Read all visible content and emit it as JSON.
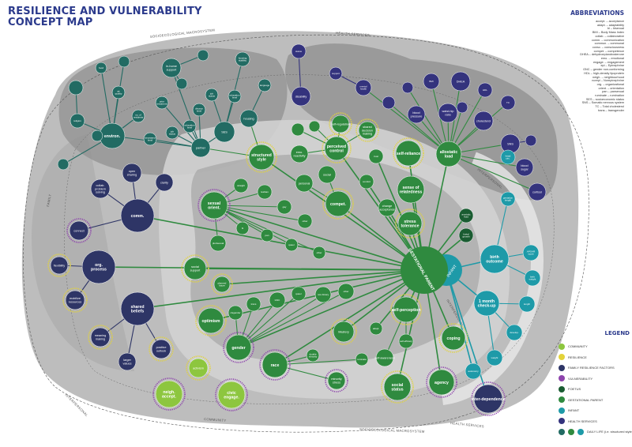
{
  "title_line1": "RESILIENCE AND VULNERABILITY",
  "title_line2": "CONCEPT MAP",
  "abbreviations_title": "ABBREVIATIONS",
  "abbreviations": [
    "accept. – acceptance",
    "adapt. – adaptability",
    "bi – bisexual",
    "BMI – Body Mass Index",
    "collab. – collaborative",
    "comm. – communication",
    "commun. – communal",
    "consc. – consciousness",
    "compet. – competence",
    "DHEA – dehydroepiandrosterone",
    "emo. – emotional",
    "engage. – engagement",
    "epi – Epinephrine",
    "GNC – gender non-conforming",
    "HDL – high-density lipoprotein",
    "neigh. – neighbourhood",
    "norepi – Norepinephrine",
    "org. – organizational",
    "orient. – orientation",
    "pan – pansexual",
    "ruminate – rumination",
    "SES – socioeconomic status",
    "SNS – Somatic nervous system",
    "TC – Total cholesterol",
    "trans – transgender"
  ],
  "legend_title": "LEGEND",
  "legend": [
    {
      "label": "COMMUNITY",
      "color": "#8dc63f"
    },
    {
      "label": "RESILIENCE",
      "color": "#e3d33a"
    },
    {
      "label": "FAMILY RESILIENCE FACTORS",
      "color": "#2e3566"
    },
    {
      "label": "VULNERABILITY",
      "color": "#8e44ad"
    },
    {
      "label": "FOETUS",
      "color": "#1a5c32"
    },
    {
      "label": "GESTATIONAL PARENT",
      "color": "#2f8a3f"
    },
    {
      "label": "INFANT",
      "color": "#1e9aa8"
    },
    {
      "label": "HEALTH SERVICES",
      "color": "#34337d"
    },
    {
      "label": "DAILY LIFE (i.e. structured style)",
      "color": "#226b63"
    }
  ],
  "region_labels": [
    {
      "text": "SOCIOECOLOGICAL MACROSYSTEM"
    },
    {
      "text": "HEALTH SERVICES"
    },
    {
      "text": "FAMILY"
    },
    {
      "text": "INTERPERSONAL"
    },
    {
      "text": "INTERPERSONAL"
    },
    {
      "text": "INTERPERSONAL"
    },
    {
      "text": "COMMUNITY"
    },
    {
      "text": "SOCIOECOLOGICAL MACROSYSTEM"
    },
    {
      "text": "HEALTH SERVICES"
    }
  ],
  "hubs": {
    "gestational_parent": "GESTATIONAL PARENT",
    "infant": "INFANT"
  },
  "nodes": [
    {
      "label": "food",
      "kind": "daily"
    },
    {
      "label": "",
      "kind": "daily"
    },
    {
      "label": "",
      "kind": "daily"
    },
    {
      "label": "in-home support",
      "kind": "daily"
    },
    {
      "label": "",
      "kind": "daily"
    },
    {
      "label": "housing stability",
      "kind": "daily"
    },
    {
      "label": "air quality",
      "kind": "daily"
    },
    {
      "label": "no. of residents",
      "kind": "daily"
    },
    {
      "label": "prior treatment",
      "kind": "daily"
    },
    {
      "label": "job status",
      "kind": "daily"
    },
    {
      "label": "education level",
      "kind": "daily"
    },
    {
      "label": "language",
      "kind": "daily"
    },
    {
      "label": "religion",
      "kind": "daily"
    },
    {
      "label": "environ.",
      "kind": "daily"
    },
    {
      "label": "SES",
      "kind": "daily"
    },
    {
      "label": "housing",
      "kind": "daily"
    },
    {
      "label": "",
      "kind": "daily"
    },
    {
      "label": "",
      "kind": "daily"
    },
    {
      "label": "",
      "kind": "daily"
    },
    {
      "label": "divorce level",
      "kind": "daily"
    },
    {
      "label": "job status",
      "kind": "daily"
    },
    {
      "label": "education level",
      "kind": "daily"
    },
    {
      "label": "deceased level",
      "kind": "daily"
    },
    {
      "label": "partner",
      "kind": "daily"
    },
    {
      "label": "status",
      "kind": "health"
    },
    {
      "label": "support",
      "kind": "health"
    },
    {
      "label": "disability",
      "kind": "health"
    },
    {
      "label": "mental health",
      "kind": "health"
    },
    {
      "label": "BMI",
      "kind": "health"
    },
    {
      "label": "DHEA",
      "kind": "health"
    },
    {
      "label": "HDL",
      "kind": "health"
    },
    {
      "label": "TC",
      "kind": "health"
    },
    {
      "label": "",
      "kind": "health"
    },
    {
      "label": "",
      "kind": "health"
    },
    {
      "label": "cholesterol",
      "kind": "health"
    },
    {
      "label": "waist-hip ratio",
      "kind": "health"
    },
    {
      "label": "",
      "kind": "health"
    },
    {
      "label": "blood pressure",
      "kind": "health"
    },
    {
      "label": "SNS",
      "kind": "health"
    },
    {
      "label": "blood sugar",
      "kind": "health"
    },
    {
      "label": "cortisol",
      "kind": "health"
    },
    {
      "label": "",
      "kind": "health"
    },
    {
      "label": "open sharing",
      "kind": "family"
    },
    {
      "label": "collab. problem solving",
      "kind": "family"
    },
    {
      "label": "clarity",
      "kind": "family"
    },
    {
      "label": "comm.",
      "kind": "family"
    },
    {
      "label": "connect",
      "kind": "family"
    },
    {
      "label": "flexibility",
      "kind": "family"
    },
    {
      "label": "org. process",
      "kind": "family"
    },
    {
      "label": "mobilize resources",
      "kind": "family"
    },
    {
      "label": "shared beliefs",
      "kind": "family"
    },
    {
      "label": "meaning making",
      "kind": "family"
    },
    {
      "label": "positive outlook",
      "kind": "family"
    },
    {
      "label": "larger values",
      "kind": "family"
    },
    {
      "label": "structured style",
      "kind": "parent"
    },
    {
      "label": "self-regulation",
      "kind": "parent"
    },
    {
      "label": "shared decision making",
      "kind": "parent"
    },
    {
      "label": "perceived control",
      "kind": "parent"
    },
    {
      "label": "emo. reactivity",
      "kind": "parent"
    },
    {
      "label": "",
      "kind": "parent"
    },
    {
      "label": "",
      "kind": "parent"
    },
    {
      "label": "social",
      "kind": "parent"
    },
    {
      "label": "personal",
      "kind": "parent"
    },
    {
      "label": "compet.",
      "kind": "parent"
    },
    {
      "label": "trust",
      "kind": "parent"
    },
    {
      "label": "self-reliance",
      "kind": "parent"
    },
    {
      "label": "comfort",
      "kind": "parent"
    },
    {
      "label": "sense of relatedness",
      "kind": "parent"
    },
    {
      "label": "change acceptance",
      "kind": "parent"
    },
    {
      "label": "stress tolerance",
      "kind": "parent"
    },
    {
      "label": "allostatic load",
      "kind": "parent"
    },
    {
      "label": "sexual orient.",
      "kind": "parent"
    },
    {
      "label": "straight",
      "kind": "parent"
    },
    {
      "label": "lesbian",
      "kind": "parent"
    },
    {
      "label": "gay",
      "kind": "parent"
    },
    {
      "label": "other",
      "kind": "parent"
    },
    {
      "label": "bi",
      "kind": "parent"
    },
    {
      "label": "pan",
      "kind": "parent"
    },
    {
      "label": "queer",
      "kind": "parent"
    },
    {
      "label": "other",
      "kind": "parent"
    },
    {
      "label": "plurisexual",
      "kind": "parent"
    },
    {
      "label": "social support",
      "kind": "parent"
    },
    {
      "label": "planned future",
      "kind": "parent"
    },
    {
      "label": "optimism",
      "kind": "parent"
    },
    {
      "label": "cisgender",
      "kind": "parent"
    },
    {
      "label": "trans",
      "kind": "parent"
    },
    {
      "label": "GNC",
      "kind": "parent"
    },
    {
      "label": "queer",
      "kind": "parent"
    },
    {
      "label": "non-binary",
      "kind": "parent"
    },
    {
      "label": "other",
      "kind": "parent"
    },
    {
      "label": "gender",
      "kind": "parent"
    },
    {
      "label": "Mastery",
      "kind": "parent"
    },
    {
      "label": "adapt.",
      "kind": "parent"
    },
    {
      "label": "self-perception",
      "kind": "parent"
    },
    {
      "label": "self-efficacy",
      "kind": "parent"
    },
    {
      "label": "self-awareness",
      "kind": "parent"
    },
    {
      "label": "coping",
      "kind": "parent"
    },
    {
      "label": "race",
      "kind": "parent"
    },
    {
      "label": "double minority",
      "kind": "parent"
    },
    {
      "label": "ruminate",
      "kind": "parent"
    },
    {
      "label": "minority stress",
      "kind": "parent"
    },
    {
      "label": "social status",
      "kind": "parent"
    },
    {
      "label": "agency",
      "kind": "parent"
    },
    {
      "label": "amniotic fluid",
      "kind": "foetus"
    },
    {
      "label": "foetal growth",
      "kind": "foetus"
    },
    {
      "label": "head circ.",
      "kind": "infant"
    },
    {
      "label": "gestation length",
      "kind": "infant"
    },
    {
      "label": "birth outcome",
      "kind": "infant"
    },
    {
      "label": "APGAR score",
      "kind": "infant"
    },
    {
      "label": "birth weight",
      "kind": "infant"
    },
    {
      "label": "1 month check-up",
      "kind": "infant"
    },
    {
      "label": "length",
      "kind": "infant"
    },
    {
      "label": "develop.",
      "kind": "infant"
    },
    {
      "label": "weight",
      "kind": "infant"
    },
    {
      "label": "autonomy",
      "kind": "infant"
    },
    {
      "label": "inter-dependence",
      "kind": "family"
    },
    {
      "label": "activism",
      "kind": "community"
    },
    {
      "label": "neigh. accept.",
      "kind": "community"
    },
    {
      "label": "civic engage.",
      "kind": "community"
    }
  ],
  "colors": {
    "daily": "#226b63",
    "health": "#34337d",
    "family": "#2e3566",
    "parent": "#2f8a3f",
    "foetus": "#1a5c32",
    "infant": "#1e9aa8",
    "community": "#8dc63f",
    "resilience_ring": "#e3d33a",
    "vulnerability_ring": "#8e44ad",
    "title": "#2b3a8c"
  }
}
